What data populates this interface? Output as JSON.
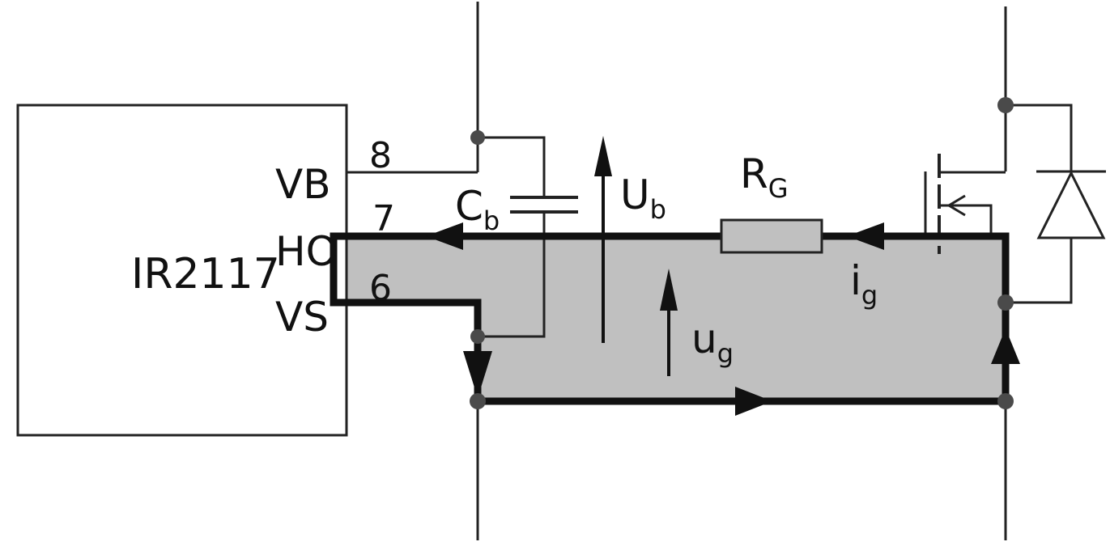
{
  "chip": {
    "name": "IR2117"
  },
  "pins": {
    "vb": {
      "name": "VB",
      "number": "8"
    },
    "ho": {
      "name": "HO",
      "number": "7"
    },
    "vs": {
      "name": "VS",
      "number": "6"
    }
  },
  "components": {
    "capacitor": {
      "main": "C",
      "sub": "b"
    },
    "resistor": {
      "main": "R",
      "sub": "G"
    }
  },
  "quantities": {
    "bootstrap_voltage": {
      "main": "U",
      "sub": "b"
    },
    "gate_voltage": {
      "main": "u",
      "sub": "g"
    },
    "gate_current": {
      "main": "i",
      "sub": "g"
    }
  },
  "colors": {
    "loop_fill": "#c0c0c0",
    "wire": "#222222",
    "node": "#4a4a4a"
  }
}
